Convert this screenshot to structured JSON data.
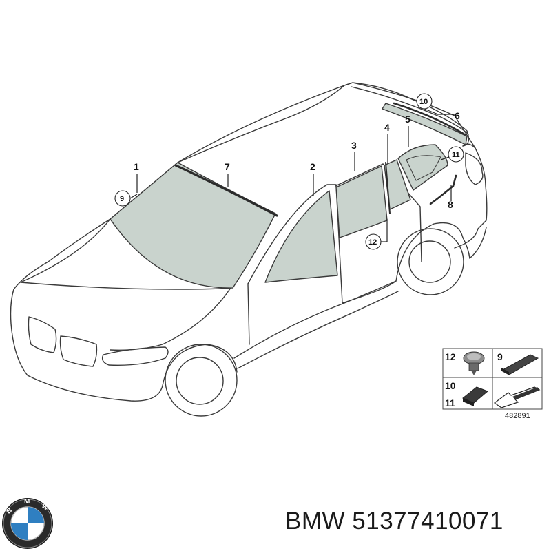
{
  "callouts": {
    "c1": "1",
    "c2": "2",
    "c3": "3",
    "c4": "4",
    "c5": "5",
    "c6": "6",
    "c7": "7",
    "c8": "8",
    "c9": "9",
    "c10": "10",
    "c11": "11",
    "c12": "12"
  },
  "legend": {
    "n12": "12",
    "n9": "9",
    "n10": "10",
    "n11": "11",
    "ref_code": "482891"
  },
  "logo": {
    "letters": "BMW"
  },
  "brand": {
    "name": "BMW",
    "part_number": "51377410071"
  },
  "colors": {
    "glass": "#c9d3cd",
    "line": "#3a3a3a",
    "logo_blue": "#2f7fc1",
    "logo_black": "#1a1a1a"
  }
}
